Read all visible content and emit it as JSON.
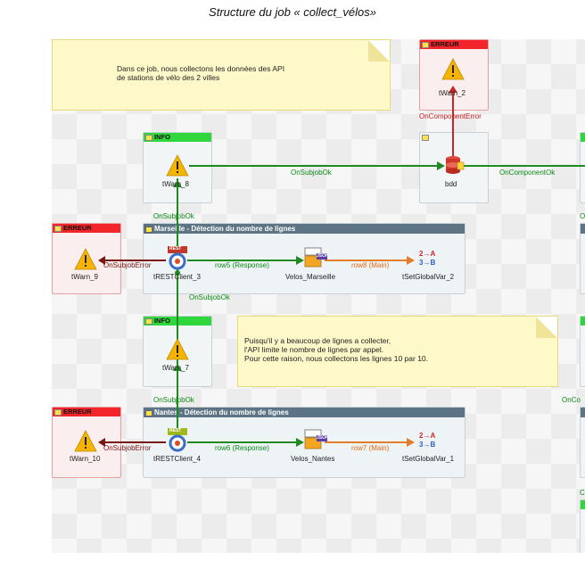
{
  "caption": "Structure du job « collect_vélos»",
  "colors": {
    "green_link": "#1f8a1f",
    "red_link": "#c62828",
    "orange_link": "#e57c2a",
    "dark_red_link": "#7b1414",
    "info_header": "#2fd63c",
    "error_header": "#f2262a",
    "subjob_header": "#5c7484",
    "note_bg": "#fff8c9"
  },
  "notes": {
    "top": "Dans ce job, nous collectons les données des API\nde stations de vélo des 2 villes",
    "middle": "Puisqu'il y a beaucoup de lignes a collecter,\nl'API limite le nombre de lignes par appel.\nPour cette raison, nous collectons les lignes 10 par 10."
  },
  "subjobs": {
    "marseille": "Marseille - Détection du nombre de lignes",
    "nantes": "Nantes - Détection du nombre de lignes"
  },
  "components": {
    "twarn_2": {
      "header": "ERREUR",
      "label": "tWarn_2",
      "icon": "warning-icon"
    },
    "twarn_8": {
      "header": "INFO",
      "label": "tWarn_8",
      "icon": "warning-icon"
    },
    "bdd": {
      "label": "bdd",
      "icon": "database-icon"
    },
    "twarn_9": {
      "header": "ERREUR",
      "label": "tWarn_9",
      "icon": "warning-icon"
    },
    "trestclient_3": {
      "label": "tRESTClient_3",
      "icon": "rest-client-icon"
    },
    "velos_marseille": {
      "label": "Velos_Marseille",
      "icon": "json-extract-icon"
    },
    "tsetglobalvar_2": {
      "label": "tSetGlobalVar_2",
      "icon": "set-global-var-icon"
    },
    "twarn_7": {
      "header": "INFO",
      "label": "tWarn_7",
      "icon": "warning-icon"
    },
    "twarn_10": {
      "header": "ERREUR",
      "label": "tWarn_10",
      "icon": "warning-icon"
    },
    "trestclient_4": {
      "label": "tRESTClient_4",
      "icon": "rest-client-icon"
    },
    "velos_nantes": {
      "label": "Velos_Nantes",
      "icon": "json-extract-icon"
    },
    "tsetglobalvar_1": {
      "label": "tSetGlobalVar_1",
      "icon": "set-global-var-icon"
    },
    "json_badge": "JSON",
    "rest_badge": "REST",
    "var_line1": "2→A",
    "var_line2": "3→B"
  },
  "connections": {
    "on_component_error_1": "OnComponentError",
    "on_subjob_ok_1": "OnSubjobOk",
    "on_component_ok": "OnComponentOk",
    "on_subjob_ok_2": "OnSubjobOk",
    "on_subjob_error_1": "OnSubjobError",
    "row5": "row5 (Response)",
    "row8": "row8 (Main)",
    "on_subjob_ok_3": "OnSubjobOk",
    "on_subjob_ok_4": "OnSubjobOk",
    "on_subjob_error_2": "OnSubjobError",
    "row6": "row6 (Response)",
    "row7": "row7 (Main)",
    "edge_on": "On",
    "edge_onco": "OnCo",
    "edge_c": "C"
  }
}
